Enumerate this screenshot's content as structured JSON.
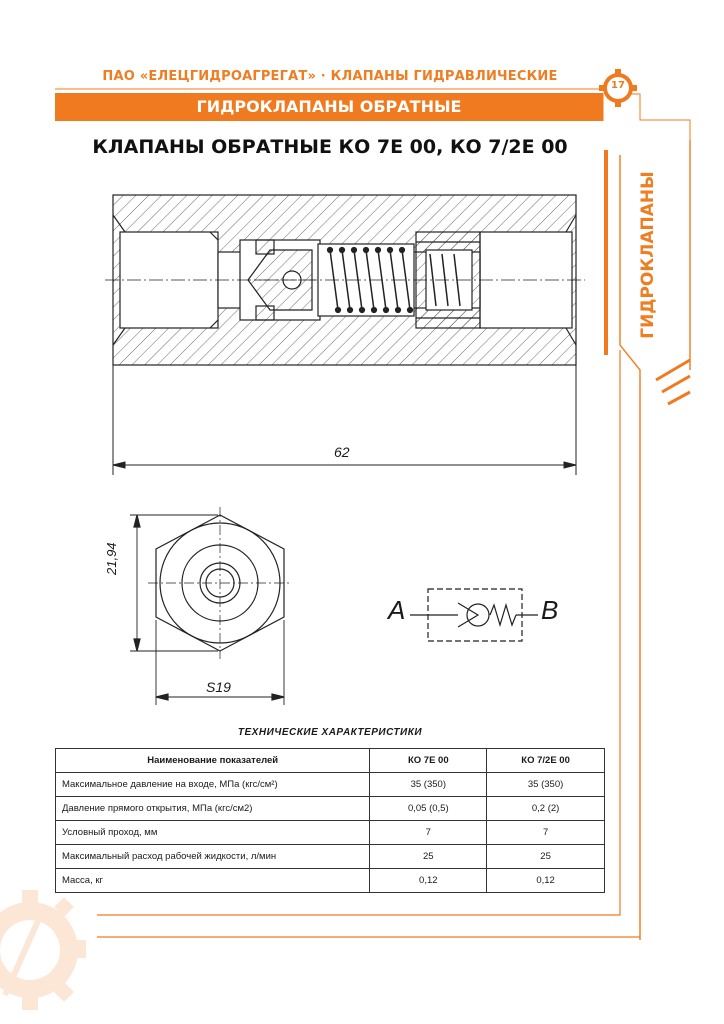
{
  "header": {
    "company_line": "ПАО «ЕЛЕЦГИДРОАГРЕГАТ» · КЛАПАНЫ ГИДРАВЛИЧЕСКИЕ",
    "section": "ГИДРОКЛАПАНЫ ОБРАТНЫЕ",
    "page_number": "17"
  },
  "side_label": "ГИДРОКЛАПАНЫ",
  "title": "КЛАПАНЫ ОБРАТНЫЕ КО 7Е 00, КО 7/2Е 00",
  "drawing": {
    "length_dim": "62",
    "height_dim": "21,94",
    "width_dim": "S19",
    "port_a": "A",
    "port_b": "B"
  },
  "specs": {
    "title": "ТЕХНИЧЕСКИЕ  ХАРАКТЕРИСТИКИ",
    "headers": [
      "Наименование показателей",
      "КО 7Е 00",
      "КО 7/2Е 00"
    ],
    "rows": [
      [
        "Максимальное давление на входе, МПа (кгс/см²)",
        "35 (350)",
        "35 (350)"
      ],
      [
        "Давление прямого открытия, МПа (кгс/см2)",
        "0,05 (0,5)",
        "0,2 (2)"
      ],
      [
        "Условный проход, мм",
        "7",
        "7"
      ],
      [
        "Максимальный расход рабочей жидкости, л/мин",
        "25",
        "25"
      ],
      [
        "Масса, кг",
        "0,12",
        "0,12"
      ]
    ]
  },
  "colors": {
    "accent": "#f07a1f",
    "line": "#2a2a2a"
  }
}
